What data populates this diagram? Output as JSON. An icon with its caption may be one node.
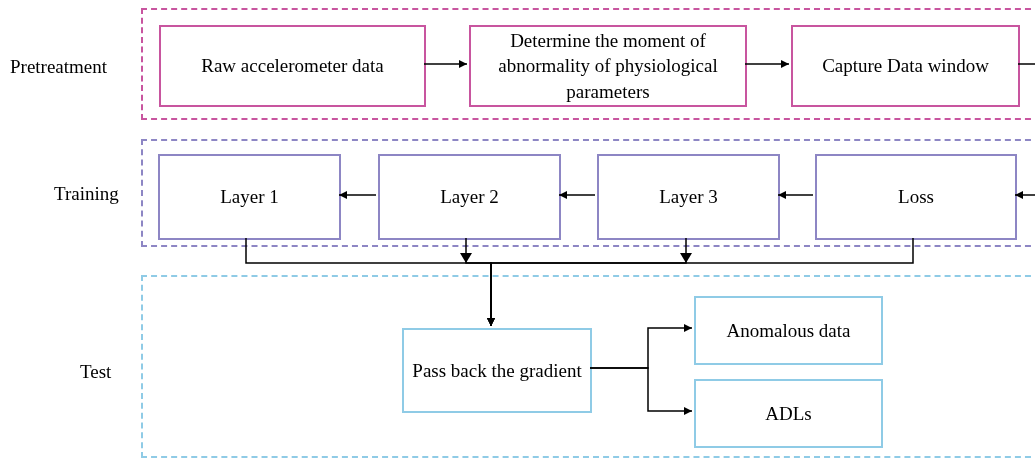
{
  "diagram": {
    "nodes": [
      {
        "text": [
          "Pretreatment"
        ]
      },
      {
        "text": [
          "Raw accelerometer data"
        ],
        "in": 0
      },
      {
        "text": [
          "Determine the moment of abnormality of physiological parameters"
        ],
        "in": 0
      },
      {
        "text": [
          "Capture Data window"
        ],
        "in": 0
      },
      {
        "text": [
          "Training"
        ]
      },
      {
        "text": [
          "Layer 1"
        ],
        "in": 4
      },
      {
        "text": [
          "Layer 2"
        ],
        "in": 4
      },
      {
        "text": [
          "Layer 3"
        ],
        "in": 4
      },
      {
        "text": [
          "Loss"
        ],
        "in": 4
      },
      {
        "text": [
          "Test"
        ]
      },
      {
        "text": [
          "Pass back the gradient"
        ],
        "in": 9
      },
      {
        "text": [
          "Anomalous data"
        ],
        "in": 9
      },
      {
        "text": [
          "ADLs"
        ],
        "in": 9
      }
    ],
    "edges": [
      {
        "from": 1,
        "to": 2,
        "arrow": "to"
      },
      {
        "from": 2,
        "to": 3,
        "arrow": "to"
      },
      {
        "from": 3,
        "to": null,
        "arrow": "none"
      },
      {
        "from": null,
        "to": 8,
        "arrow": "to"
      },
      {
        "from": 8,
        "to": 7,
        "arrow": "to"
      },
      {
        "from": 7,
        "to": 6,
        "arrow": "to"
      },
      {
        "from": 6,
        "to": 5,
        "arrow": "to"
      },
      {
        "from": 5,
        "to": 10,
        "arrow": "to"
      },
      {
        "from": 6,
        "to": 10,
        "arrow": "to"
      },
      {
        "from": 7,
        "to": 10,
        "arrow": "to"
      },
      {
        "from": 8,
        "to": 10,
        "arrow": "to"
      },
      {
        "from": 10,
        "to": 11,
        "arrow": "to"
      },
      {
        "from": 10,
        "to": 12,
        "arrow": "to"
      }
    ]
  }
}
